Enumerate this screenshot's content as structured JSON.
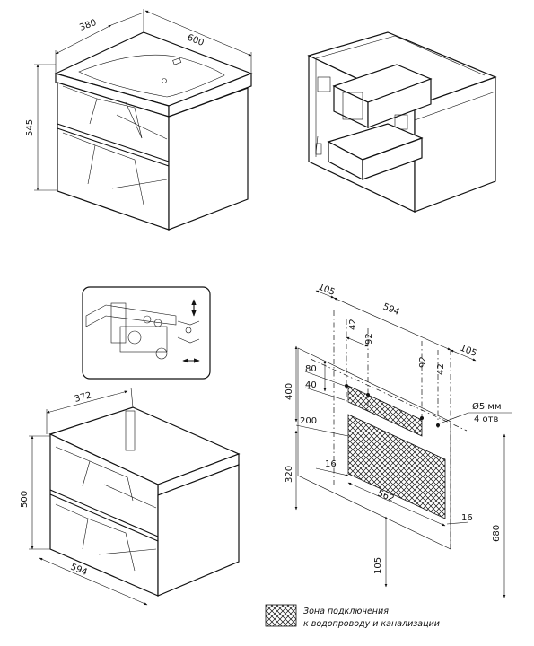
{
  "views": {
    "front_view": {
      "width": "600",
      "depth": "380",
      "height": "545"
    },
    "open_view": {},
    "hinge_detail": {},
    "side_view": {
      "depth": "372",
      "height": "500",
      "width": "594"
    },
    "wall_scheme": {
      "top_total": "594",
      "top_left": "105",
      "top_right": "105",
      "h_42_left": "42",
      "h_92_left": "92",
      "h_92_right": "92",
      "h_42_right": "42",
      "v_400": "400",
      "v_80": "80",
      "v_40": "40",
      "v_200": "200",
      "v_320": "320",
      "v_16_left": "16",
      "bottom_562": "562",
      "v_16_right": "16",
      "v_680": "680",
      "bottom_105": "105",
      "holes_line1": "Ø5 мм",
      "holes_line2": "4 отв"
    }
  },
  "legend": {
    "line1": "Зона подключения",
    "line2": "к водопроводу и канализации"
  }
}
